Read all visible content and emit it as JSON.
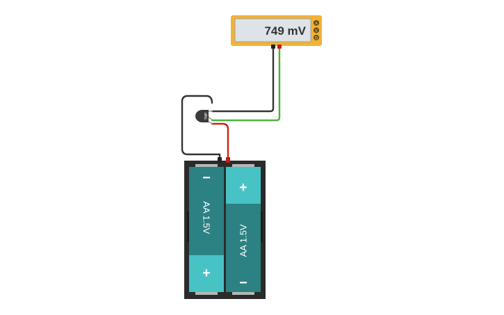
{
  "multimeter": {
    "reading": "749 mV",
    "mode_buttons": [
      "A",
      "V",
      "Ω"
    ],
    "body_color": "#f2b233",
    "screen_color": "#dde3e6"
  },
  "sensor": {
    "label": "TMP",
    "body_color": "#3a3a3a"
  },
  "battery_holder": {
    "body_color": "#2b2b2b",
    "cells": [
      {
        "label": "AA 1.5V",
        "top_terminal": "−",
        "bottom_terminal": "+"
      },
      {
        "label": "AA 1.5V",
        "top_terminal": "+",
        "bottom_terminal": "−"
      }
    ],
    "cell_color": "#2c8183",
    "terminal_color": "#47c3c6"
  },
  "wires": {
    "black": "#333333",
    "green": "#46b534",
    "red": "#d0201c"
  }
}
